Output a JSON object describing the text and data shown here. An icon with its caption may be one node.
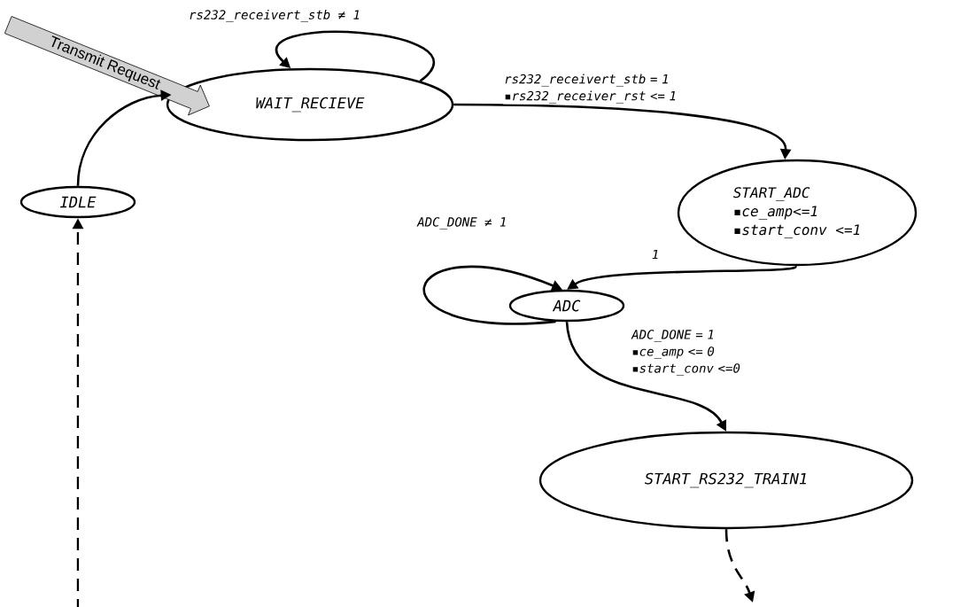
{
  "diagram": {
    "nodes": [
      {
        "text": [
          "WAIT_RECIEVE"
        ]
      },
      {
        "text": [
          "IDLE"
        ]
      },
      {
        "text": [
          "START_ADC",
          "▪ce_amp<=1",
          "▪start_conv <=1"
        ]
      },
      {
        "text": [
          "ADC"
        ]
      },
      {
        "text": [
          "START_RS232_TRAIN1"
        ]
      },
      {
        "text": [
          "Transmit Request"
        ]
      }
    ],
    "edges": [
      {
        "from": 0,
        "to": 0,
        "arrow": "to",
        "label": "rs232_receivert_stb ≠ 1"
      },
      {
        "from": 0,
        "to": 2,
        "arrow": "to",
        "label": "rs232_receivert_stb = 1 ▪rs232_receiver_rst <= 1"
      },
      {
        "from": 2,
        "to": 3,
        "arrow": "to",
        "label": "1"
      },
      {
        "from": 3,
        "to": 3,
        "arrow": "to",
        "label": "ADC_DONE ≠ 1"
      },
      {
        "from": 3,
        "to": 4,
        "arrow": "to",
        "label": "ADC_DONE = 1 ▪ce_amp <= 0 ▪start_conv <=0"
      },
      {
        "from": 4,
        "to": null,
        "arrow": "to",
        "style": "dashed"
      },
      {
        "from": null,
        "to": 1,
        "arrow": "to",
        "style": "dashed"
      },
      {
        "from": 1,
        "to": 0,
        "arrow": "to"
      }
    ]
  }
}
